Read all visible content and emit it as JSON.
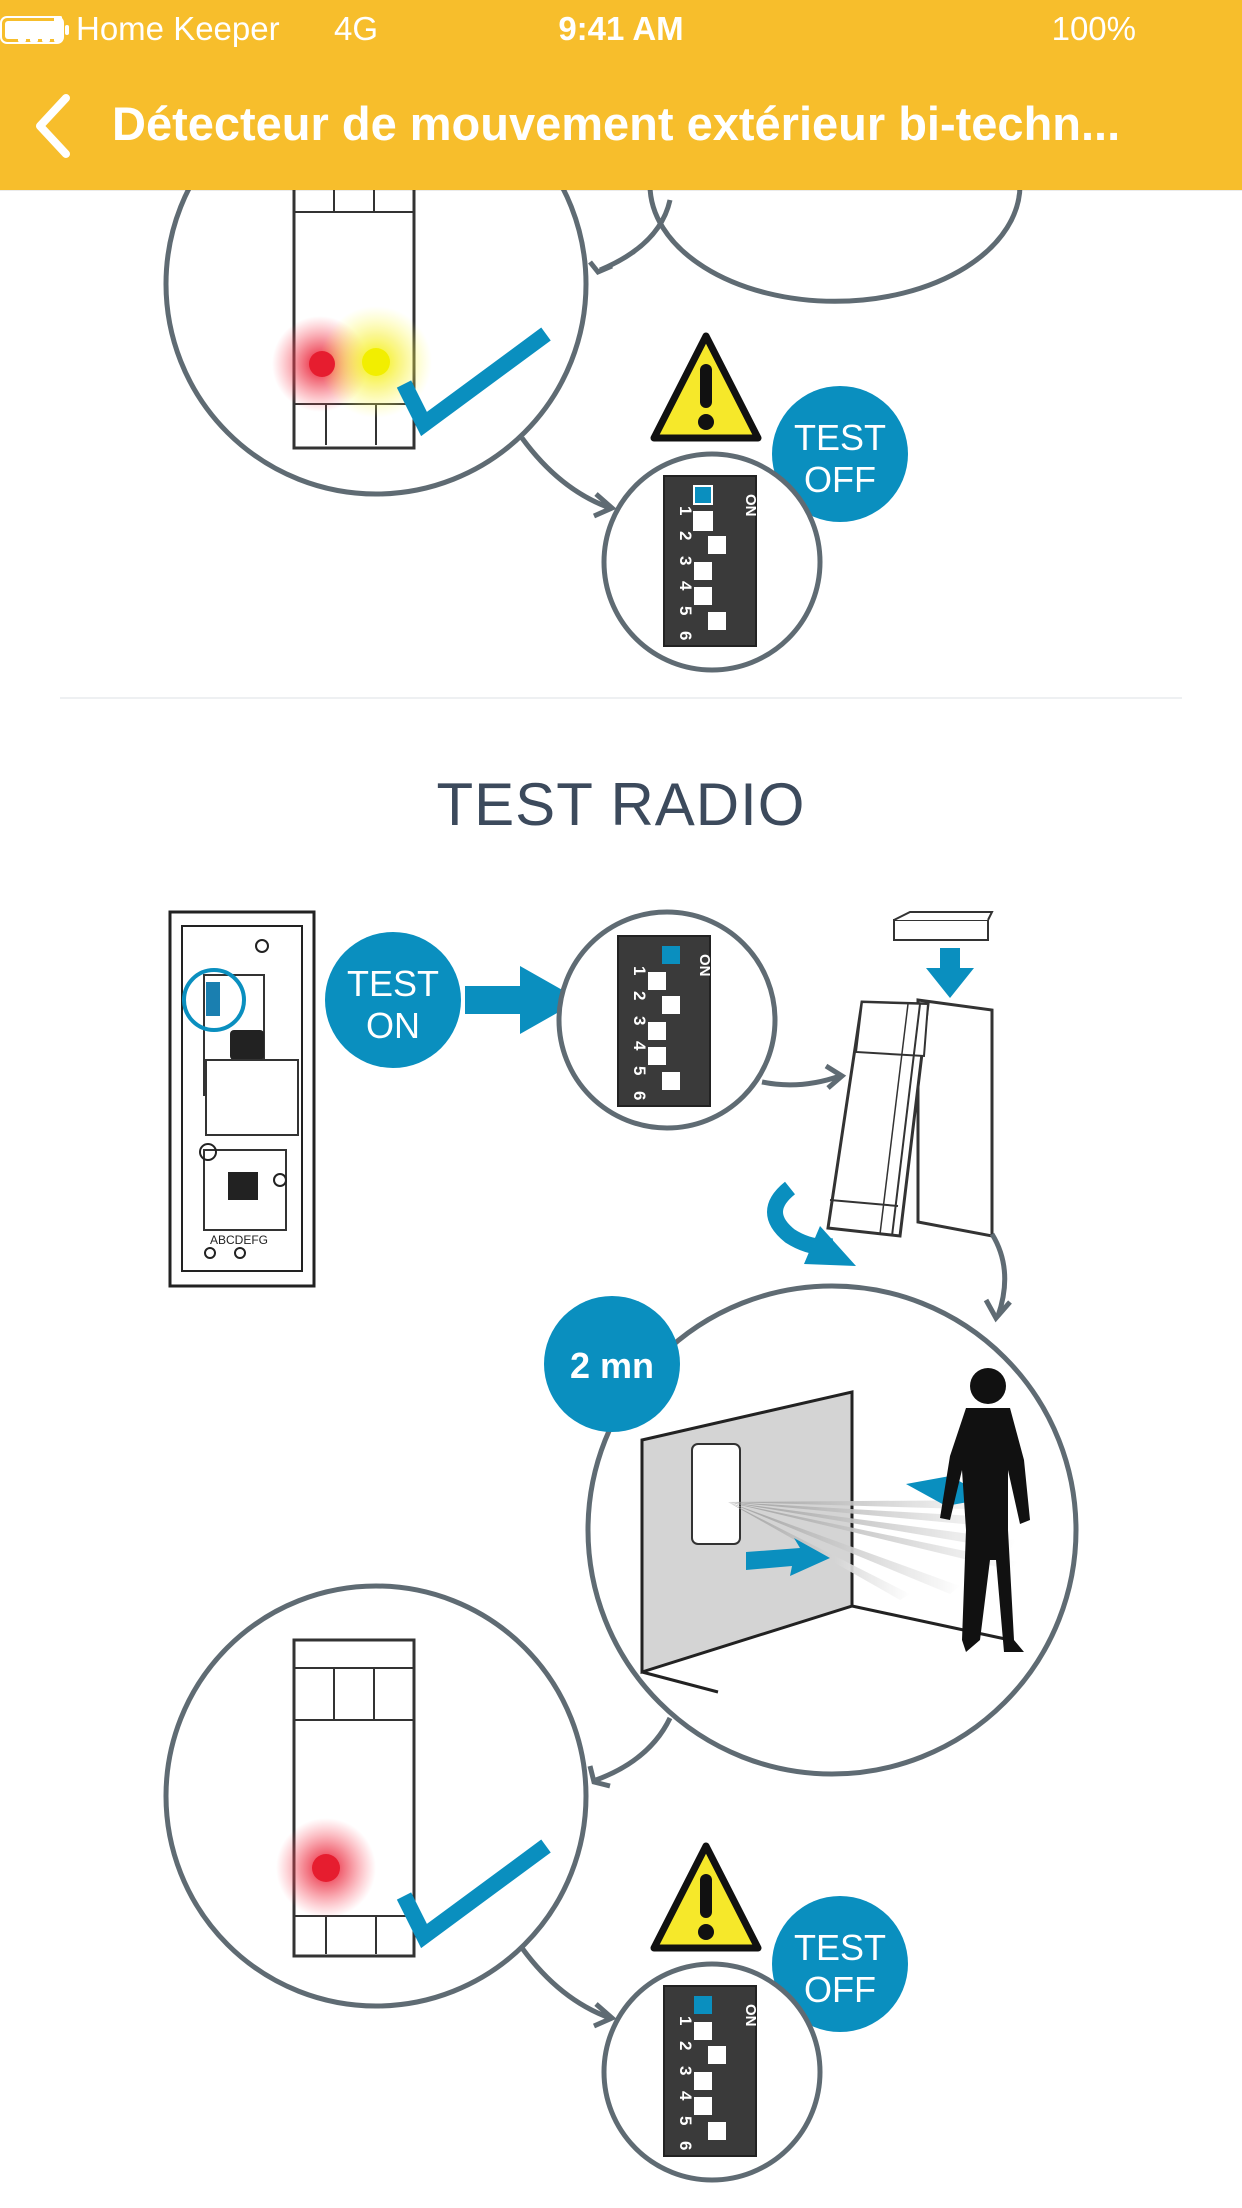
{
  "status_bar": {
    "carrier": "Home Keeper",
    "network": "4G",
    "time": "9:41 AM",
    "battery": "100%"
  },
  "header": {
    "title": "Détecteur de mouvement extérieur bi-techn..."
  },
  "section": {
    "title": "TEST RADIO"
  },
  "badges": {
    "test_off": [
      "TEST",
      "OFF"
    ],
    "test_on": [
      "TEST",
      "ON"
    ],
    "duration": "2 mn"
  },
  "dip_switch": {
    "on_label": "ON",
    "numbers": [
      "1",
      "2",
      "3",
      "4",
      "5",
      "6"
    ]
  },
  "terminal_labels": "ABCDEFG",
  "colors": {
    "accent_header": "#F7BE2C",
    "brand_blue": "#0A8FBF",
    "outline_gray": "#5f6b73"
  }
}
